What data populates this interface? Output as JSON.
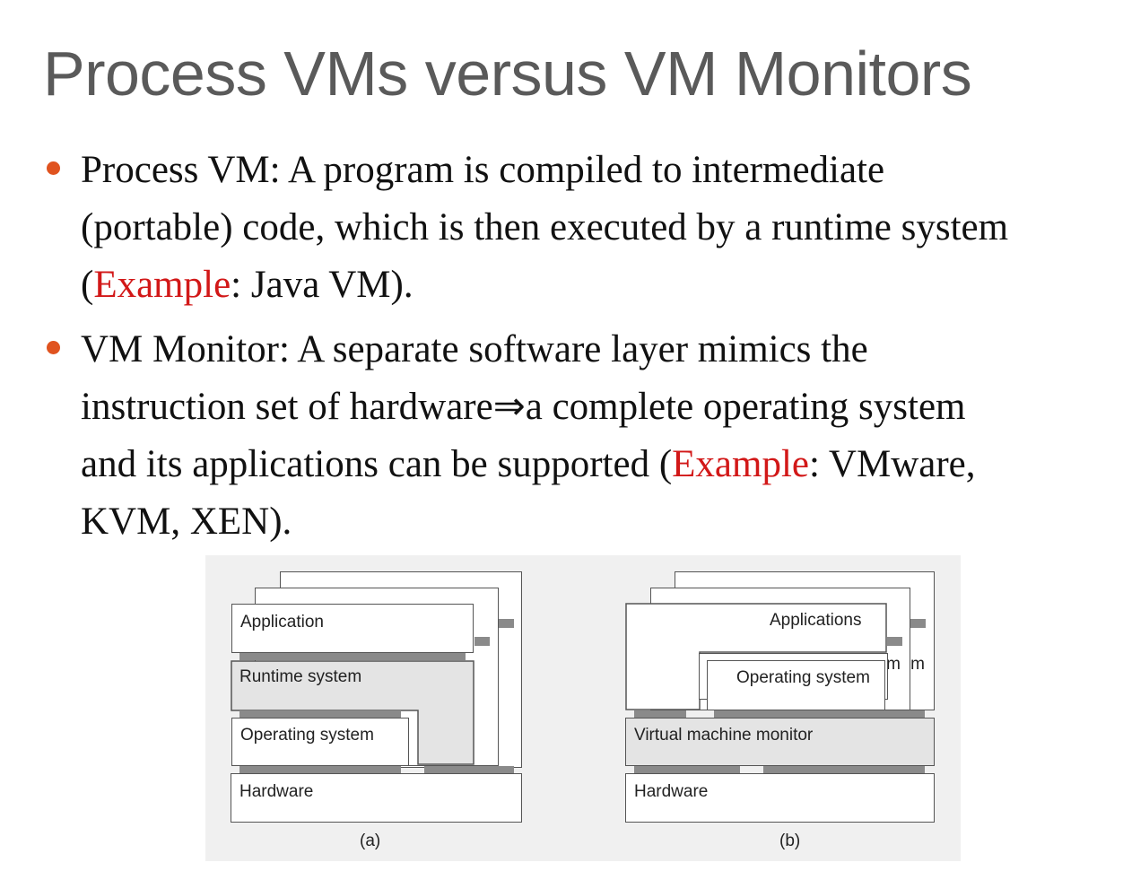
{
  "title": "Process VMs versus VM Monitors",
  "bullets": [
    {
      "lines": [
        [
          "Process VM: A program is compiled to intermediate"
        ],
        [
          "(portable) code, which is then executed by a runtime system"
        ],
        [
          "(",
          "Example",
          ": Java VM)."
        ]
      ]
    },
    {
      "lines": [
        [
          "VM Monitor: A separate software layer mimics the"
        ],
        [
          "instruction set of hardware⇒a complete operating system"
        ],
        [
          "and its applications can be supported (",
          "Example",
          ": VMware,"
        ],
        [
          "KVM, XEN)."
        ]
      ]
    }
  ],
  "figure": {
    "a": {
      "application": "Application",
      "runtime": "Runtime system",
      "os": "Operating system",
      "hardware": "Hardware",
      "caption": "(a)"
    },
    "b": {
      "applications": "Applications",
      "os": "Operating system",
      "vmm": "Virtual machine monitor",
      "hardware": "Hardware",
      "caption": "(b)",
      "partial_1": "m",
      "partial_2": "m"
    }
  },
  "colors": {
    "title": "#5a5a5a",
    "bullet": "#e0531f",
    "highlight": "#d21818"
  }
}
